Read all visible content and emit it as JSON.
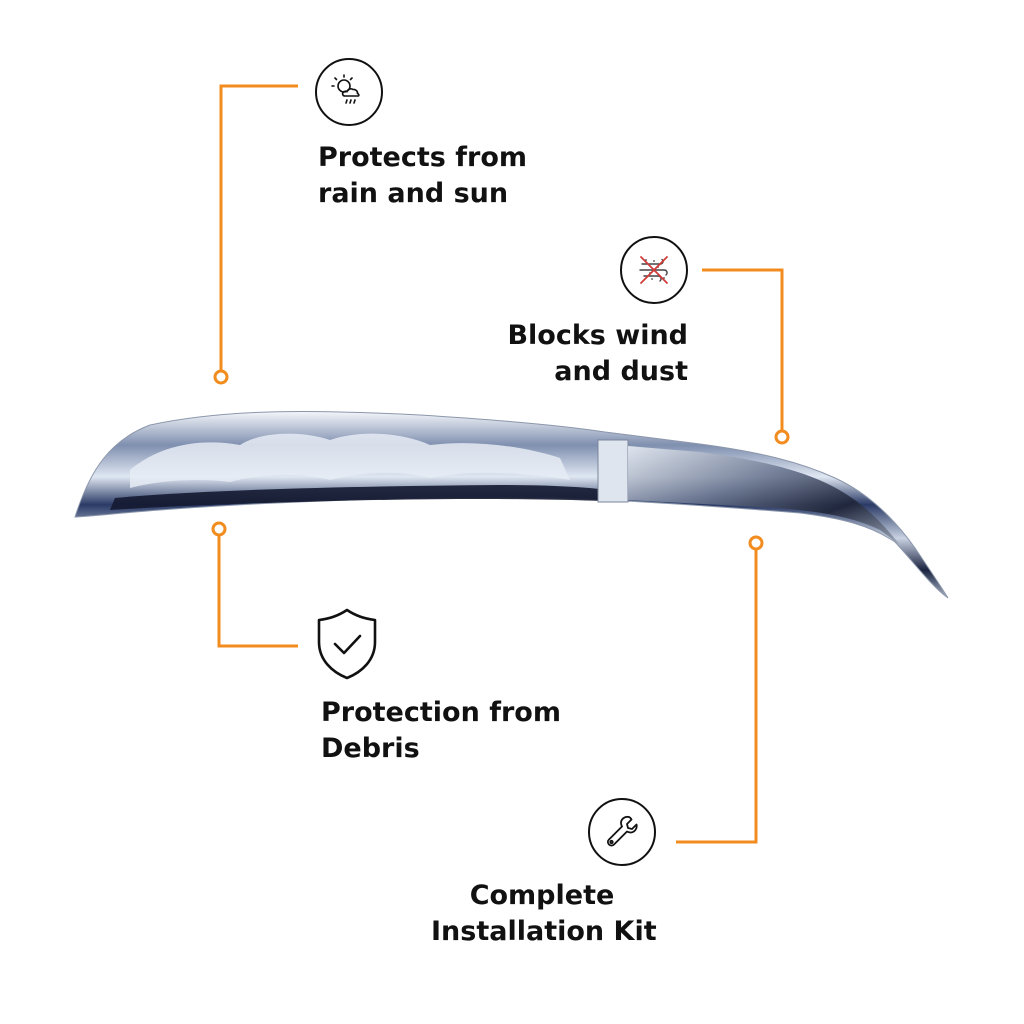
{
  "colors": {
    "accent": "#F28C1E",
    "text": "#111111",
    "background": "#FFFFFF",
    "chrome_dark": "#1B2340",
    "chrome_light": "#E8EEF6"
  },
  "features": [
    {
      "icon": "sun-rain-cloud-icon",
      "line1": "Protects from",
      "line2": "rain and sun"
    },
    {
      "icon": "no-wind-dust-icon",
      "line1": "Blocks wind",
      "line2": "and dust"
    },
    {
      "icon": "shield-check-icon",
      "line1": "Protection from",
      "line2": "Debris"
    },
    {
      "icon": "wrench-icon",
      "line1": "Complete",
      "line2": "Installation Kit"
    }
  ],
  "product": {
    "image": "chrome-wind-deflector-visor"
  }
}
